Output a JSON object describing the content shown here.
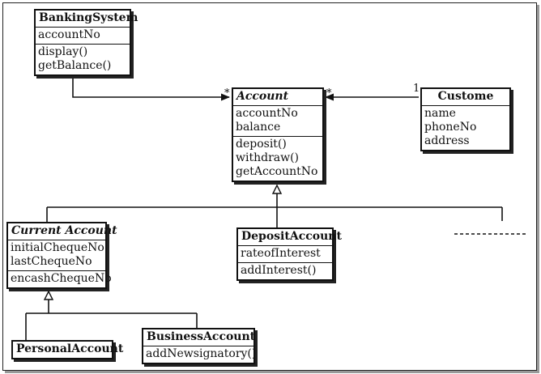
{
  "classes": {
    "banking_system": {
      "name": "BankingSystem",
      "attributes": [
        "accountNo"
      ],
      "operations": [
        "display()",
        "getBalance()"
      ]
    },
    "account": {
      "name": "Account",
      "attributes": [
        "accountNo",
        "balance"
      ],
      "operations": [
        "deposit()",
        "withdraw()",
        "getAccountNo"
      ]
    },
    "customer": {
      "name": "Custome",
      "attributes": [
        "name",
        "phoneNo",
        "address"
      ]
    },
    "current_account": {
      "name": "Current Account",
      "attributes": [
        "initialChequeNo",
        "lastChequeNo"
      ],
      "operations": [
        "encashChequeNo"
      ]
    },
    "deposit_account": {
      "name": "DepositAccount",
      "attributes": [
        "rateofInterest"
      ],
      "operations": [
        "addInterest()"
      ]
    },
    "personal_account": {
      "name": "PersonalAccount"
    },
    "business_account": {
      "name": "BusinessAccount",
      "operations": [
        "addNewsignatory()"
      ]
    }
  },
  "multiplicities": {
    "banking_account_end": "*",
    "customer_account_end": "*",
    "customer_end": "1"
  }
}
